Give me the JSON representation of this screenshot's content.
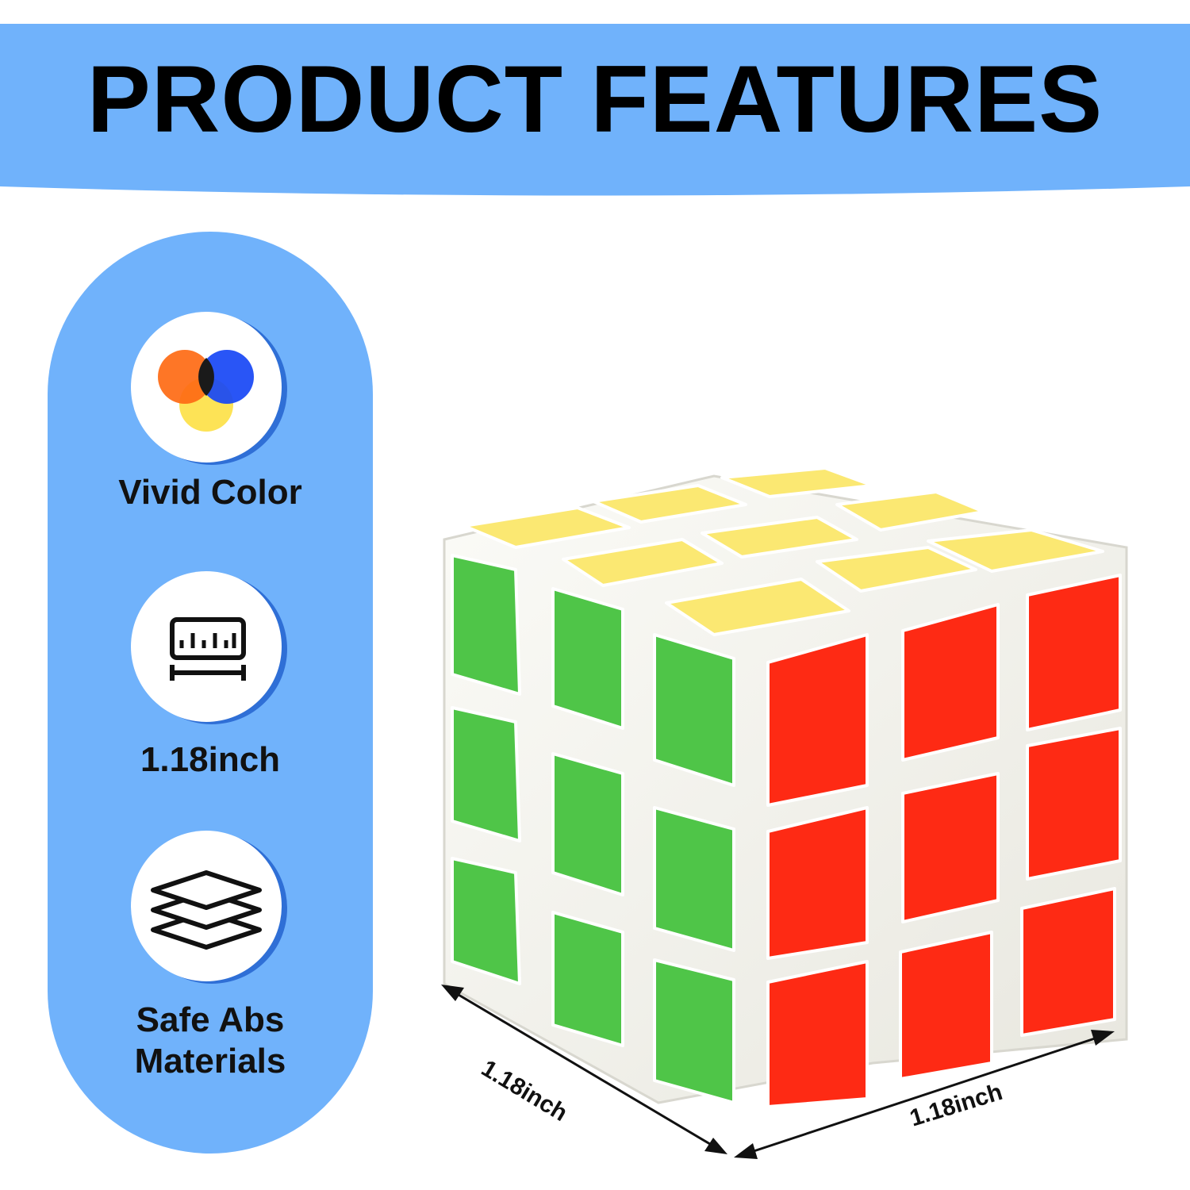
{
  "header": {
    "title": "PRODUCT FEATURES",
    "bg_color": "#70b2fb"
  },
  "features": [
    {
      "label": "Vivid Color",
      "icon": "color-circles-icon"
    },
    {
      "label": "1.18inch",
      "icon": "ruler-icon"
    },
    {
      "label": "Safe Abs\nMaterials",
      "icon": "layers-icon"
    }
  ],
  "product": {
    "depth_label": "1.18inch",
    "width_label": "1.18inch",
    "colors": {
      "top": "#fbe872",
      "left": "#4fc548",
      "front": "#fe2a14",
      "body": "#f3f2ec"
    }
  }
}
